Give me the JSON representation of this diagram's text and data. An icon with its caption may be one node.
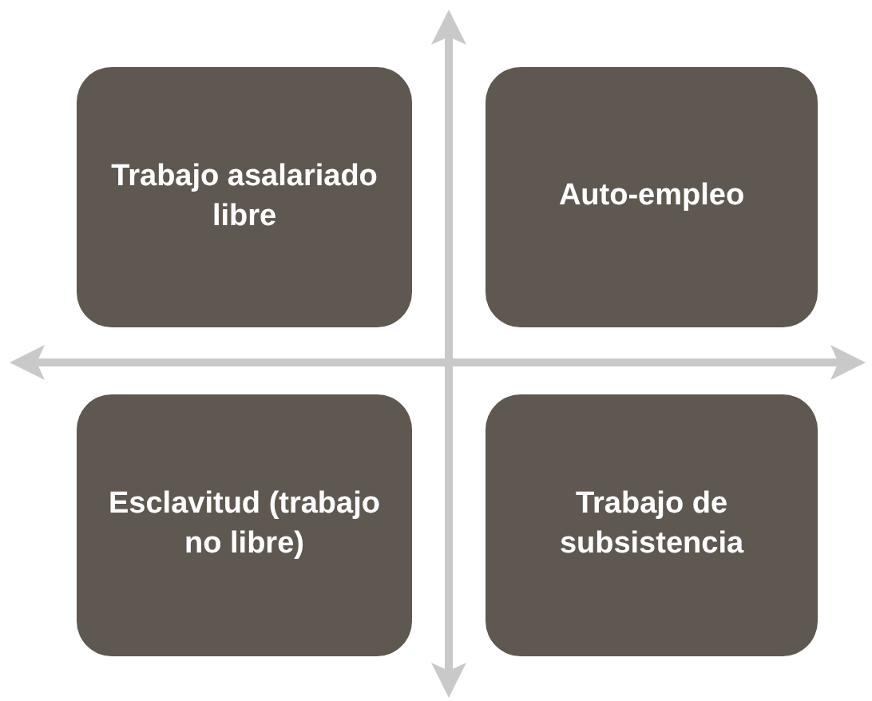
{
  "diagram": {
    "nodes": [
      {
        "text": [
          "Trabajo asalariado libre"
        ]
      },
      {
        "text": [
          "Auto-empleo"
        ]
      },
      {
        "text": [
          "Esclavitud (trabajo no libre)"
        ]
      },
      {
        "text": [
          "Trabajo de subsistencia"
        ]
      }
    ]
  }
}
